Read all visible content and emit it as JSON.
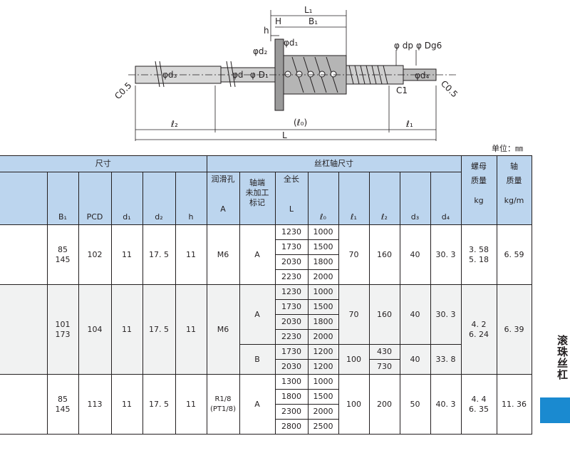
{
  "drawing": {
    "labels": {
      "L1": "L₁",
      "H": "H",
      "B1": "B₁",
      "h": "h",
      "d1": "φd₁",
      "d2": "φd₂",
      "d3": "φd₃",
      "d": "φd",
      "D1": "φ D₁",
      "dp": "φ dp",
      "Dg6": "φ Dg6",
      "d4": "φd₄",
      "C1": "C1",
      "c05_left": "C0.5",
      "c05_right": "C0.5",
      "l0": "(ℓ₀)",
      "l2": "ℓ₂",
      "l1": "ℓ₁",
      "L": "L"
    }
  },
  "unit_note": "单位：㎜",
  "table": {
    "group_size": "尺寸",
    "group_shaft": "丝杠轴尺寸",
    "col_nut_mass": [
      "螺母",
      "质量"
    ],
    "col_shaft_mass": [
      "轴",
      "质量"
    ],
    "col_lube": "润滑孔",
    "col_shaft_end": [
      "轴端",
      "未加工",
      "标记"
    ],
    "col_total_len": "全长",
    "sub": {
      "B1": "B₁",
      "PCD": "PCD",
      "d1": "d₁",
      "d2": "d₂",
      "h": "h",
      "A": "A",
      "L": "L",
      "l0": "ℓ₀",
      "l1": "ℓ₁",
      "l2": "ℓ₂",
      "d3": "d₃",
      "d4": "d₄",
      "kg": "kg",
      "kgm": "kg/m"
    },
    "g1": {
      "B1": [
        "85",
        "145"
      ],
      "PCD": "102",
      "d1": "11",
      "d2": "17. 5",
      "h": "11",
      "A": "M6",
      "end": "A",
      "rows": [
        [
          "1230",
          "1000"
        ],
        [
          "1730",
          "1500"
        ],
        [
          "2030",
          "1800"
        ],
        [
          "2230",
          "2000"
        ]
      ],
      "l1": "70",
      "l2": "160",
      "d3": "40",
      "d4": "30. 3",
      "nut_kg": [
        "3. 58",
        "5. 18"
      ],
      "shaft_kgm": "6. 59"
    },
    "g2": {
      "B1": [
        "101",
        "173"
      ],
      "PCD": "104",
      "d1": "11",
      "d2": "17. 5",
      "h": "11",
      "A": "M6",
      "endA": "A",
      "rowsA": [
        [
          "1230",
          "1000"
        ],
        [
          "1730",
          "1500"
        ],
        [
          "2030",
          "1800"
        ],
        [
          "2230",
          "2000"
        ]
      ],
      "l1A": "70",
      "l2A": "160",
      "d3A": "40",
      "d4A": "30. 3",
      "endB": "B",
      "rowsB": [
        [
          "1730",
          "1200"
        ],
        [
          "2030",
          "1200"
        ]
      ],
      "l1B": "100",
      "l2B": [
        "430",
        "730"
      ],
      "d3B": "40",
      "d4B": "33. 8",
      "nut_kg": [
        "4. 2",
        "6. 24"
      ],
      "shaft_kgm": "6. 39"
    },
    "g3": {
      "B1": [
        "85",
        "145"
      ],
      "PCD": "113",
      "d1": "11",
      "d2": "17. 5",
      "h": "11",
      "A": [
        "R1/8",
        "(PT1/8)"
      ],
      "end": "A",
      "rows": [
        [
          "1300",
          "1000"
        ],
        [
          "1800",
          "1500"
        ],
        [
          "2300",
          "2000"
        ],
        [
          "2800",
          "2500"
        ]
      ],
      "l1": "100",
      "l2": "200",
      "d3": "50",
      "d4": "40. 3",
      "nut_kg": [
        "4. 4",
        "6. 35"
      ],
      "shaft_kgm": "11. 36"
    }
  },
  "side_label": "滚珠丝杠",
  "colors": {
    "header_bg": "#bcd5ee",
    "shade": "#f1f2f2",
    "tab": "#1a8ad0"
  }
}
